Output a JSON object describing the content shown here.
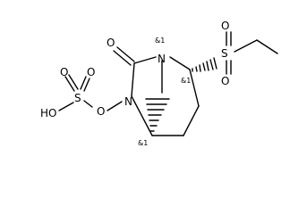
{
  "molecule": {
    "atoms": {
      "n1": "N",
      "n2": "N",
      "o_carbonyl": "O",
      "o_link": "O",
      "s_sulfate": "S",
      "o_sulfate_1": "O",
      "o_sulfate_2": "O",
      "o_sulfate_3": "O",
      "h_sulfate": "H",
      "s_sulfonyl": "S",
      "o_sulfonyl_1": "O",
      "o_sulfonyl_2": "O"
    },
    "stereo_labels": {
      "bridgehead_n": "&1",
      "chiral_c2": "&1",
      "bridgehead_c": "&1"
    }
  }
}
